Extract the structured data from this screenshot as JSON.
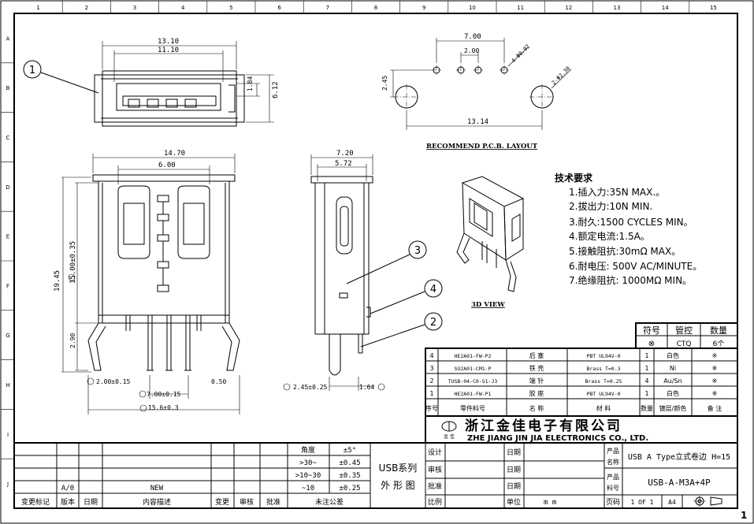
{
  "frame": {
    "col_labels": [
      "1",
      "2",
      "3",
      "4",
      "5",
      "6",
      "7",
      "8",
      "9",
      "10",
      "11",
      "12",
      "13",
      "14",
      "15"
    ],
    "row_labels": [
      "A",
      "B",
      "C",
      "D",
      "E",
      "F",
      "G",
      "H",
      "I",
      "J"
    ],
    "sheet_mark": "1"
  },
  "top_view": {
    "dim_overall": "13.10",
    "dim_inner": "11.10",
    "dim_height_outer": "6.12",
    "dim_height_inner": "1.84"
  },
  "front_view": {
    "dim_overall": "14.70",
    "dim_inner": "6.00",
    "dim_height_total": "19.45",
    "dim_height_body": "15.00±0.35",
    "dim_lead": "2.90",
    "dim_pad": "2.00±0.15",
    "dim_pitch": "7.00±0.15",
    "dim_pin": "0.50",
    "dim_span": "15.6±0.3"
  },
  "side_view": {
    "dim_overall": "7.20",
    "dim_inner": "5.72",
    "dim_lead": "2.45±0.25",
    "dim_pin": "1.64"
  },
  "pcb": {
    "dim_a": "7.00",
    "dim_b": "2.00",
    "dim_c": "2.45",
    "dim_total": "13.14",
    "hole_small": "4-Φ0.92",
    "hole_large": "2-Φ2.30",
    "caption": "RECOMMEND P.C.B. LAYOUT"
  },
  "view3d": {
    "caption": "3D VIEW"
  },
  "balloons": [
    "1",
    "2",
    "3",
    "4"
  ],
  "requirements": {
    "title": "技术要求",
    "items": [
      "1.插入力:35N MAX.。",
      "2.拔出力:10N MIN.",
      "3.耐久:1500 CYCLES MIN。",
      "4.额定电流:1.5A。",
      "5.接触阻抗:30mΩ  MAX。",
      "6.耐电压: 500V AC/MINUTE。",
      "7.绝缘阻抗: 1000MΩ  MIN。"
    ]
  },
  "marks": {
    "headers": [
      "符号",
      "管控",
      "数量"
    ],
    "values": [
      "⊗",
      "CTQ",
      "6个"
    ]
  },
  "bom": {
    "rows": [
      [
        "4",
        "HE2A01-FW-P2",
        "后 塞",
        "PBT  UL94V-0",
        "1",
        "白色",
        "※"
      ],
      [
        "3",
        "SU2A01-CM1-P",
        "铁 壳",
        "Brass T=0.3",
        "1",
        "Ni",
        "※"
      ],
      [
        "2",
        "TUSB-04-C0-S1-J3",
        "端 针",
        "Brass T=0.25",
        "4",
        "Au/Sn",
        "※"
      ],
      [
        "1",
        "HE2A01-FW-P1",
        "胶 座",
        "PBT  UL94V-0",
        "1",
        "白色",
        "※"
      ]
    ],
    "headers": [
      "序号",
      "零件料号",
      "名  称",
      "材  料",
      "数量",
      "镀层/颜色",
      "备  注"
    ]
  },
  "company": {
    "name_cn": "浙江金佳电子有限公司",
    "name_en": "ZHE  JIANG  JIN  JIA  ELECTRONICS  CO., LTD.",
    "logo_text": "金 佳"
  },
  "tolerance": {
    "header": [
      "角度",
      "±5°"
    ],
    "rows": [
      [
        ">30~",
        "±0.45"
      ],
      [
        ">10~30",
        "±0.35"
      ],
      [
        "~10",
        "±0.25"
      ]
    ]
  },
  "series": {
    "line1": "USB系列",
    "line2": "外 形 图"
  },
  "revision": {
    "row": [
      "A/0",
      "NEW"
    ],
    "headers": [
      "变更标记",
      "版本",
      "日期",
      "内容描述",
      "变更",
      "审核",
      "批准",
      "未注公差"
    ]
  },
  "titleblock": {
    "labels_left": [
      "设计",
      "审核",
      "批准",
      "比例"
    ],
    "labels_mid": [
      "日期",
      "日期",
      "日期",
      "单位"
    ],
    "unit_value": "m m",
    "product_name_label": "产品名称",
    "product_name": "USB A Type立式卷边 H=15",
    "part_no_label": "产品料号",
    "part_no": "USB-A-M3A+4P",
    "page_label": "页码",
    "page_value": "1 OF 1",
    "size": "A4"
  }
}
